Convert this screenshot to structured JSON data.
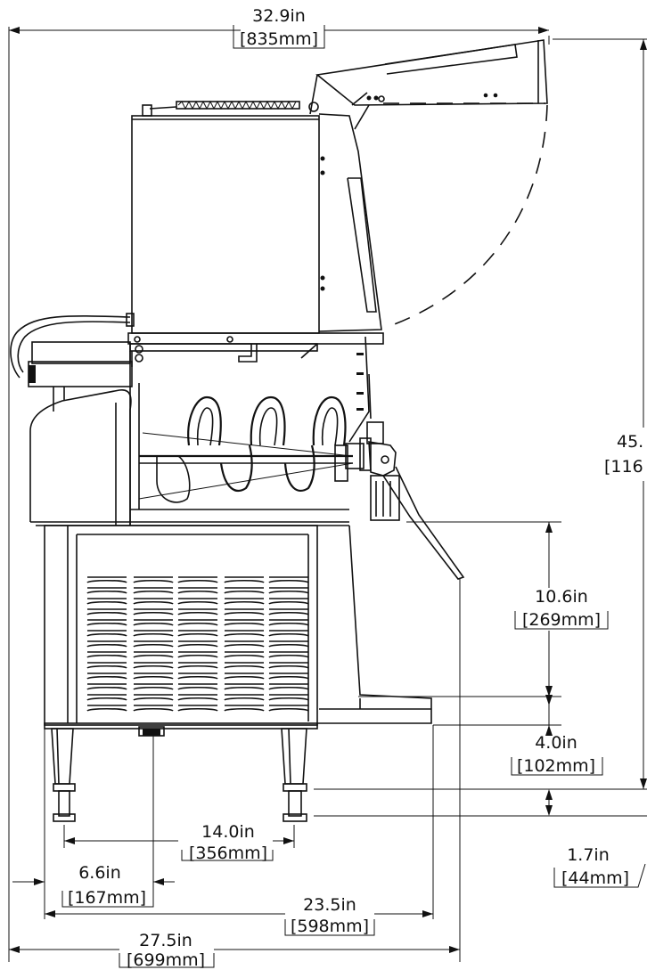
{
  "dimensions": {
    "overall_depth": {
      "imperial": "32.9in",
      "metric": "[835mm]"
    },
    "overall_height": {
      "imperial": "45.",
      "metric": "[116"
    },
    "dispense_height": {
      "imperial": "10.6in",
      "metric": "[269mm]"
    },
    "drip_tray": {
      "imperial": "4.0in",
      "metric": "[102mm]"
    },
    "leg_adjust": {
      "imperial": "1.7in",
      "metric": "[44mm]"
    },
    "leg_spacing": {
      "imperial": "14.0in",
      "metric": "[356mm]"
    },
    "leg_offset": {
      "imperial": "6.6in",
      "metric": "[167mm]"
    },
    "base_depth": {
      "imperial": "23.5in",
      "metric": "[598mm]"
    },
    "unit_depth": {
      "imperial": "27.5in",
      "metric": "[699mm]"
    }
  },
  "colors": {
    "line": "#111111",
    "background": "#ffffff"
  }
}
